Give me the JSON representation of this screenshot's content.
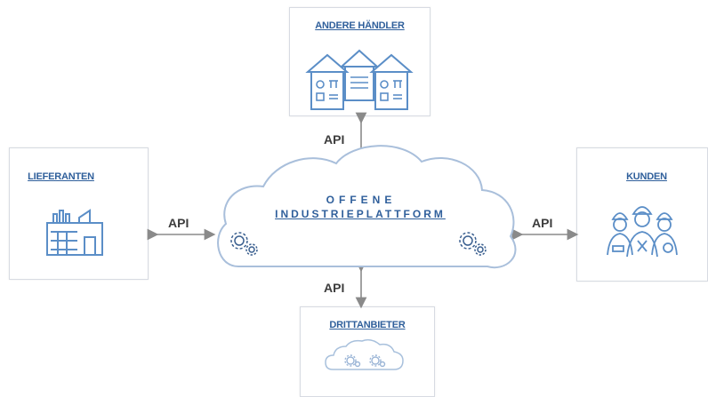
{
  "nodes": {
    "top": {
      "title": "ANDERE HÄNDLER",
      "icon": "retail-buildings-icon"
    },
    "left": {
      "title": "LIEFERANTEN",
      "icon": "factory-icon"
    },
    "right": {
      "title": "KUNDEN",
      "icon": "workers-icon"
    },
    "bottom": {
      "title": "DRITTANBIETER",
      "icon": "cloud-gears-icon"
    }
  },
  "center": {
    "line1": "OFFENE",
    "line2": "INDUSTRIEPLATTFORM",
    "icon": "cloud-icon"
  },
  "connectors": {
    "top": "API",
    "left": "API",
    "right": "API",
    "bottom": "API"
  },
  "colors": {
    "accent": "#2f5f9b",
    "icon_blue": "#5b8ec7",
    "border": "#d7dbe2",
    "arrow": "#8a8a8a",
    "label": "#3d3d3d"
  }
}
